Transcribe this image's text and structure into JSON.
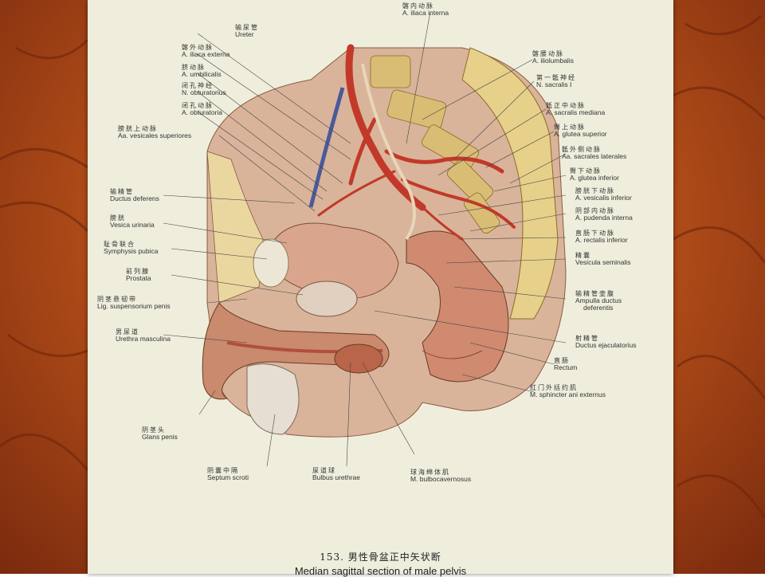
{
  "labels": {
    "iliaca_interna": {
      "cn": "髂内动脉",
      "en": "A. iliaca interna"
    },
    "ureter": {
      "cn": "输尿管",
      "en": "Ureter"
    },
    "iliaca_externa": {
      "cn": "髂外动脉",
      "en": "A. iliaca externa"
    },
    "umbilicalis": {
      "cn": "脐动脉",
      "en": "A. umbilicalis"
    },
    "n_obturatorius": {
      "cn": "闭孔神经",
      "en": "N. obturatorius"
    },
    "a_obturatoria": {
      "cn": "闭孔动脉",
      "en": "A. obturatoria"
    },
    "vesicales_superiores": {
      "cn": "膀胱上动脉",
      "en": "Aa. vesicales superiores"
    },
    "ductus_deferens": {
      "cn": "输精管",
      "en": "Ductus deferens"
    },
    "vesica_urinaria": {
      "cn": "膀胱",
      "en": "Vesica urinaria"
    },
    "symphysis_pubica": {
      "cn": "耻骨联合",
      "en": "Symphysis pubica"
    },
    "prostata": {
      "cn": "前列腺",
      "en": "Prostata"
    },
    "lig_suspensorium": {
      "cn": "阴茎悬韧带",
      "en": "Lig. suspensorium penis"
    },
    "urethra_masculina": {
      "cn": "男尿道",
      "en": "Urethra masculina"
    },
    "glans_penis": {
      "cn": "阴茎头",
      "en": "Glans penis"
    },
    "septum_scroti": {
      "cn": "阴囊中隔",
      "en": "Septum scroti"
    },
    "bulbus_urethrae": {
      "cn": "尿道球",
      "en": "Bulbus urethrae"
    },
    "bulbocavernosus": {
      "cn": "球海绵体肌",
      "en": "M. bulbocavernosus"
    },
    "iliolumbalis": {
      "cn": "髂腰动脉",
      "en": "A. iliolumbalis"
    },
    "n_sacralis": {
      "cn": "第一骶神经",
      "en": "N. sacralis I"
    },
    "sacralis_mediana": {
      "cn": "骶正中动脉",
      "en": "A. sacralis mediana"
    },
    "glutea_superior": {
      "cn": "臀上动脉",
      "en": "A. glutea superior"
    },
    "sacrales_laterales": {
      "cn": "骶外侧动脉",
      "en": "Aa. sacrales laterales"
    },
    "glutea_inferior": {
      "cn": "臀下动脉",
      "en": "A. glutea inferior"
    },
    "vesicalis_inferior": {
      "cn": "膀胱下动脉",
      "en": "A. vesicalis inferior"
    },
    "pudenda_interna": {
      "cn": "阴部内动脉",
      "en": "A. pudenda interna"
    },
    "rectalis_inferior": {
      "cn": "直肠下动脉",
      "en": "A. rectalis inferior"
    },
    "vesicula_seminalis": {
      "cn": "精囊",
      "en": "Vesicula seminalis"
    },
    "ampulla": {
      "cn": "输精管壶腹",
      "en": "Ampulla ductus",
      "en2": "deferentis"
    },
    "ejaculatorius": {
      "cn": "射精管",
      "en": "Ductus ejaculatorius"
    },
    "rectum": {
      "cn": "直肠",
      "en": "Rectum"
    },
    "sphincter": {
      "cn": "肛门外括约肌",
      "en": "M. sphincter ani externus"
    }
  },
  "caption": {
    "number": "153.  男性骨盆正中矢状断",
    "english": "Median sagittal section of male pelvis"
  },
  "colors": {
    "background": "#c0601f",
    "page": "#efeedd",
    "artery": "#c2392a",
    "bone": "#e7d08a",
    "muscle": "#c98a6e"
  }
}
